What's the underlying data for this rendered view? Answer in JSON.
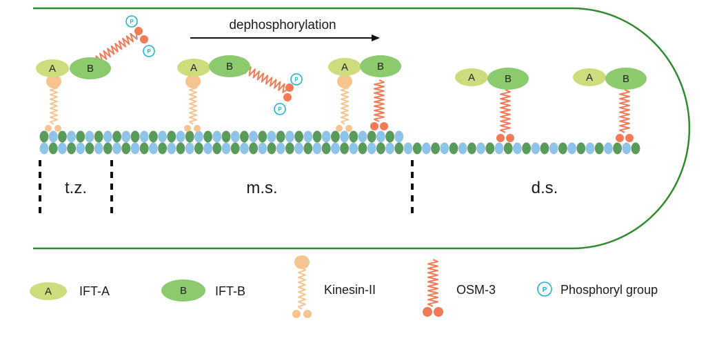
{
  "process_label": "dephosphorylation",
  "regions": [
    {
      "label": "t.z."
    },
    {
      "label": "m.s."
    },
    {
      "label": "d.s."
    }
  ],
  "subunit_letters": {
    "a": "A",
    "b": "B",
    "p": "P"
  },
  "legend": {
    "ift_a": "IFT-A",
    "ift_b": "IFT-B",
    "kinesin_ii": "Kinesin-II",
    "osm3": "OSM-3",
    "phosphoryl": "Phosphoryl group"
  },
  "colors": {
    "cilium_outline": "#2e8b2e",
    "microtubule_green": "#5a9a5a",
    "microtubule_blue": "#8fc3e8",
    "ift_a": "#cfdc7e",
    "ift_b": "#8cca6e",
    "kinesin_ii": "#f6c48e",
    "osm3": "#f27a56",
    "phosphoryl": "#1bb4d9",
    "arrow": "#111111",
    "divider": "#111111"
  }
}
